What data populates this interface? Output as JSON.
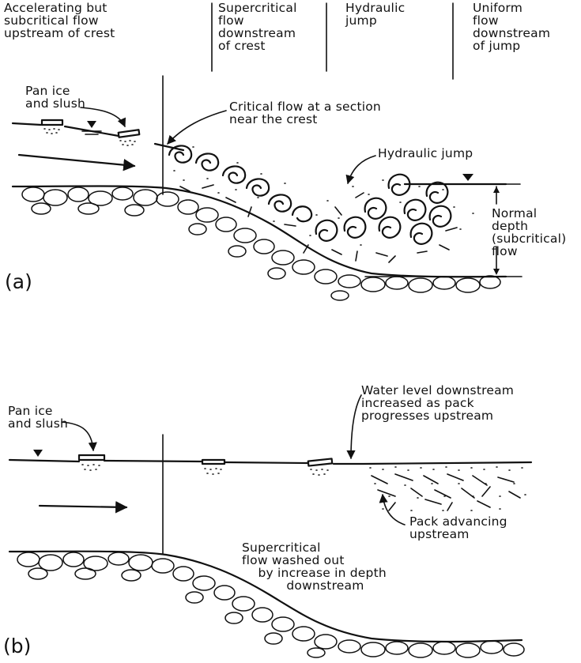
{
  "header": {
    "col1": "Accelerating but\nsubcritical flow\nupstream of crest",
    "col2": "Supercritical\nflow\ndownstream\nof crest",
    "col3": "Hydraulic\njump",
    "col4": "Uniform\nflow\ndownstream\nof jump"
  },
  "panel_a": {
    "label": "(a)",
    "pan_ice": "Pan ice\nand slush",
    "critical_flow": "Critical flow at a section\nnear the crest",
    "hydraulic_jump": "Hydraulic jump",
    "normal_depth": "Normal\ndepth\n(subcritical)\nflow"
  },
  "panel_b": {
    "label": "(b)",
    "pan_ice": "Pan ice\nand slush",
    "water_level": "Water level downstream\nincreased as pack\nprogresses upstream",
    "pack_advancing": "Pack advancing\nupstream",
    "washed_out": "Supercritical\nflow washed out\n    by increase in depth\n           downstream"
  },
  "icons": {
    "flow_arrow": "arrow-right-icon",
    "water_surface": "inverted-triangle-icon",
    "ice_pan": "ice-pan-icon",
    "eddy": "eddy-swirl-icon",
    "pebble": "pebble-icon"
  }
}
